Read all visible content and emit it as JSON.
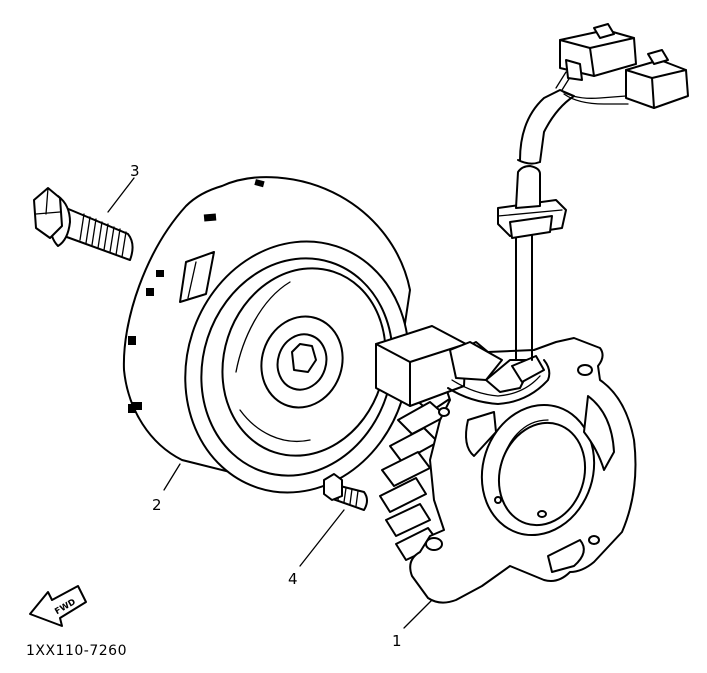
{
  "callouts": {
    "part_1": "1",
    "part_2": "2",
    "part_3": "3",
    "part_4": "4"
  },
  "direction_marker": {
    "label": "FWD",
    "icon": "forward-arrow-icon"
  },
  "diagram_code": "1XX110-7260",
  "colors": {
    "line": "#000000",
    "background": "#ffffff"
  }
}
